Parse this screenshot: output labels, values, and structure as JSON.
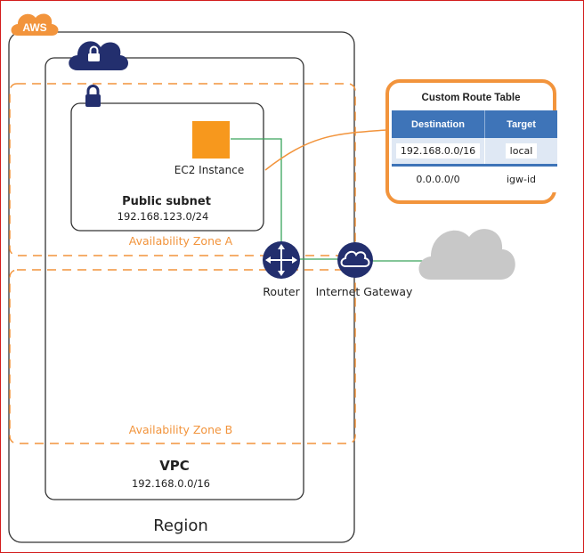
{
  "aws_badge": "AWS",
  "region_label": "Region",
  "vpc": {
    "label": "VPC",
    "cidr": "192.168.0.0/16"
  },
  "subnet": {
    "label": "Public subnet",
    "cidr": "192.168.123.0/24"
  },
  "instance_label": "EC2 Instance",
  "zone_a_label": "Availability Zone A",
  "zone_b_label": "Availability Zone B",
  "router_label": "Router",
  "gateway_label": "Internet Gateway",
  "route_table": {
    "title": "Custom Route Table",
    "headers": [
      "Destination",
      "Target"
    ],
    "rows": [
      {
        "destination": "192.168.0.0/16",
        "target": "local"
      },
      {
        "destination": "0.0.0.0/0",
        "target": "igw-id"
      }
    ]
  },
  "colors": {
    "aws_orange": "#f2943c",
    "instance_orange": "#f7981d",
    "navy": "#232f6e",
    "green_line": "#3aa55c",
    "table_blue": "#3e74b8",
    "cloud_gray": "#c8c8c8",
    "frame_red": "#d21c1c"
  },
  "icons": [
    "aws-cloud-icon",
    "vpc-lock-cloud-icon",
    "subnet-lock-icon",
    "ec2-instance-icon",
    "router-icon",
    "internet-gateway-icon",
    "internet-cloud-icon"
  ]
}
